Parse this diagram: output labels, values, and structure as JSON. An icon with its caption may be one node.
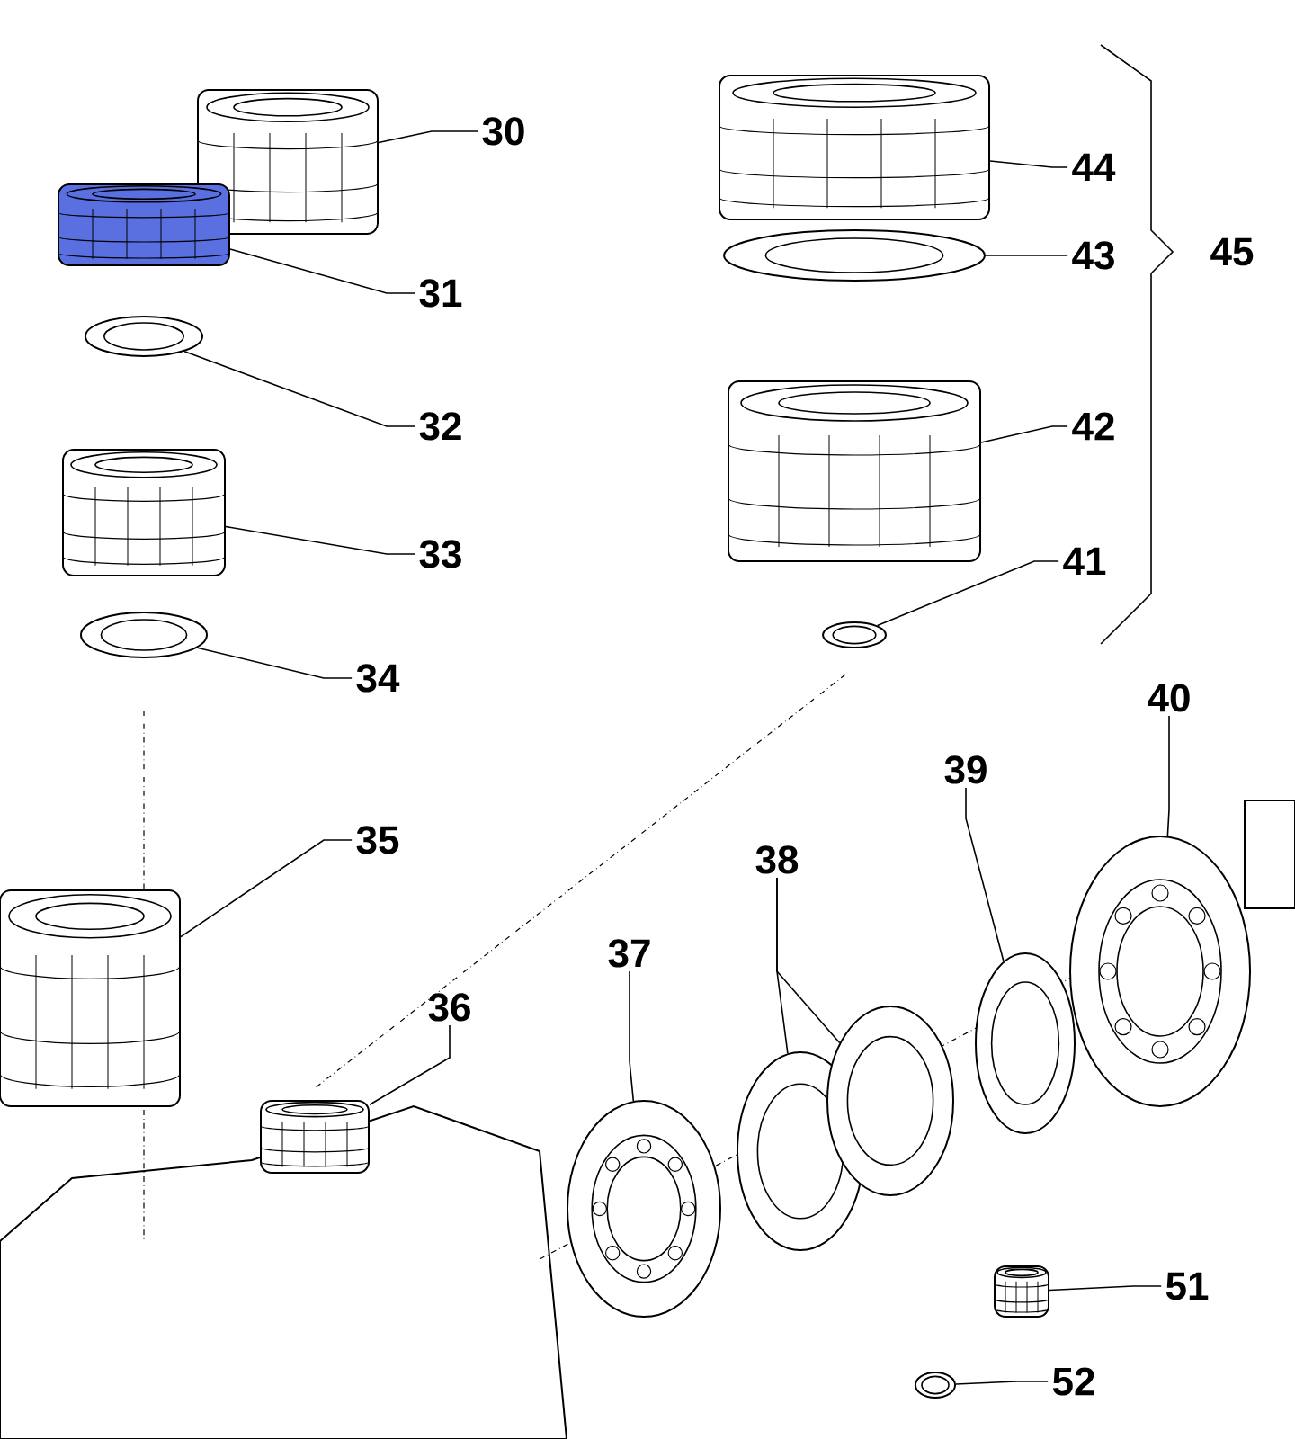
{
  "diagram": {
    "nodes": [
      {
        "text": [
          "30"
        ]
      },
      {
        "text": [
          "31"
        ]
      },
      {
        "text": [
          "32"
        ]
      },
      {
        "text": [
          "33"
        ]
      },
      {
        "text": [
          "34"
        ]
      },
      {
        "text": [
          "35"
        ]
      },
      {
        "text": [
          "36"
        ]
      },
      {
        "text": [
          "37"
        ]
      },
      {
        "text": [
          "38"
        ]
      },
      {
        "text": [
          "39"
        ]
      },
      {
        "text": [
          "40"
        ]
      },
      {
        "text": [
          "41"
        ]
      },
      {
        "text": [
          "42"
        ]
      },
      {
        "text": [
          "43"
        ]
      },
      {
        "text": [
          "44"
        ]
      },
      {
        "text": [
          "51"
        ]
      },
      {
        "text": [
          "52"
        ]
      },
      {
        "text": [],
        "shape": "picture"
      },
      {
        "text": [],
        "shape": "picture"
      },
      {
        "text": [],
        "shape": "picture"
      },
      {
        "text": [],
        "shape": "picture"
      },
      {
        "text": [],
        "shape": "picture"
      },
      {
        "text": [],
        "shape": "picture"
      },
      {
        "text": [],
        "shape": "picture"
      },
      {
        "text": [],
        "shape": "picture"
      },
      {
        "text": [],
        "shape": "picture"
      },
      {
        "text": [],
        "shape": "picture"
      },
      {
        "text": [],
        "shape": "picture"
      },
      {
        "text": [],
        "shape": "picture"
      },
      {
        "text": [],
        "shape": "picture"
      },
      {
        "text": [],
        "shape": "picture"
      },
      {
        "text": [],
        "shape": "picture"
      },
      {
        "text": [],
        "shape": "picture"
      },
      {
        "text": [],
        "shape": "picture"
      },
      {
        "text": [],
        "shape": "picture"
      }
    ],
    "edges": [
      {
        "from": 0,
        "to": 17,
        "arrow": "none"
      },
      {
        "from": 1,
        "to": 18,
        "arrow": "none"
      },
      {
        "from": 2,
        "to": 19,
        "arrow": "none"
      },
      {
        "from": 3,
        "to": 20,
        "arrow": "none"
      },
      {
        "from": 4,
        "to": 21,
        "arrow": "none"
      },
      {
        "from": 5,
        "to": 22,
        "arrow": "none"
      },
      {
        "from": 6,
        "to": 23,
        "arrow": "none"
      },
      {
        "from": 7,
        "to": 24,
        "arrow": "none"
      },
      {
        "from": 8,
        "to": 25,
        "arrow": "none"
      },
      {
        "from": 8,
        "to": 26,
        "arrow": "none"
      },
      {
        "from": 9,
        "to": 27,
        "arrow": "none"
      },
      {
        "from": 10,
        "to": 28,
        "arrow": "none"
      },
      {
        "from": 11,
        "to": 29,
        "arrow": "none"
      },
      {
        "from": 12,
        "to": 30,
        "arrow": "none"
      },
      {
        "from": 13,
        "to": 31,
        "arrow": "none"
      },
      {
        "from": 14,
        "to": 32,
        "arrow": "none"
      },
      {
        "from": 15,
        "to": 33,
        "arrow": "none"
      },
      {
        "from": 16,
        "to": 34,
        "arrow": "none"
      }
    ],
    "labels": [
      "45"
    ]
  }
}
